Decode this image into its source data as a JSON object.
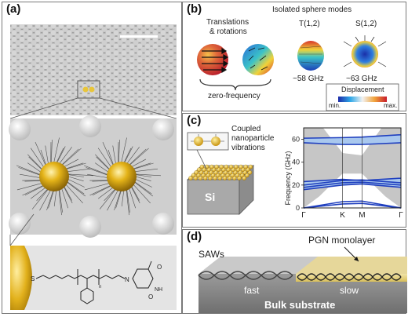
{
  "figure": {
    "panel_labels": {
      "a": "(a)",
      "b": "(b)",
      "c": "(c)",
      "d": "(d)"
    }
  },
  "panel_b": {
    "title": "Isolated sphere modes",
    "translations_label_line1": "Translations",
    "translations_label_line2": "& rotations",
    "mode1_label": "T(1,2)",
    "mode2_label": "S(1,2)",
    "zero_freq_label": "zero-frequency",
    "mode1_freq": "~58 GHz",
    "mode2_freq": "~63 GHz",
    "colorbar_title": "Displacement",
    "colorbar_min": "min.",
    "colorbar_max": "max."
  },
  "panel_c": {
    "coupled_line1": "Coupled",
    "coupled_line2": "nanoparticle",
    "coupled_line3": "vibrations",
    "substrate_label": "Si"
  },
  "panel_d": {
    "monolayer_label": "PGN monolayer",
    "saws_label": "SAWs",
    "fast_label": "fast",
    "slow_label": "slow",
    "substrate_label": "Bulk substrate"
  },
  "colors": {
    "band_blue": "#1f3fbf",
    "band_fill": "#a9c8ee",
    "gold": "#d9a812",
    "panel_border": "#7a7a7a"
  },
  "chart_data": {
    "type": "line",
    "title": "",
    "xlabel": "",
    "ylabel": "Frequency (GHz)",
    "ylim": [
      0,
      70
    ],
    "yticks": [
      0,
      20,
      40,
      60
    ],
    "categories": [
      "Γ",
      "K",
      "M",
      "Γ"
    ],
    "x": [
      0,
      1,
      1.5,
      2.5
    ],
    "series": [
      {
        "values": [
          0,
          3.5,
          4,
          0
        ]
      },
      {
        "values": [
          0,
          5.5,
          6,
          0
        ]
      },
      {
        "values": [
          16,
          20,
          21,
          18
        ]
      },
      {
        "values": [
          18,
          22,
          22.5,
          20
        ]
      },
      {
        "values": [
          20,
          24,
          24.5,
          22
        ]
      },
      {
        "values": [
          23,
          25,
          24,
          26
        ]
      },
      {
        "values": [
          57,
          55.5,
          55.5,
          57
        ]
      },
      {
        "values": [
          61,
          61.5,
          62,
          64
        ]
      }
    ]
  }
}
